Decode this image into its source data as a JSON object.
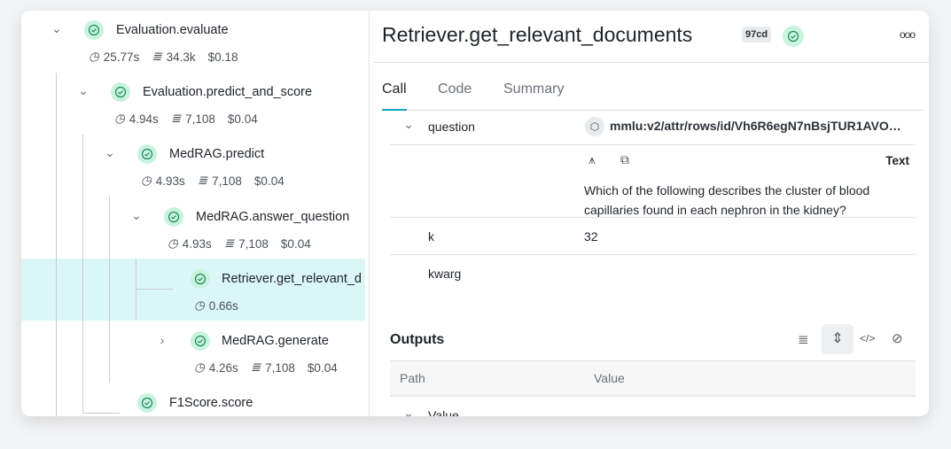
{
  "tree": [
    {
      "name": "Evaluation.evaluate",
      "expanded": true,
      "time": "25.77s",
      "tokens": "34.3k",
      "cost": "$0.18",
      "status": "success"
    },
    {
      "name": "Evaluation.predict_and_score",
      "expanded": true,
      "time": "4.94s",
      "tokens": "7,108",
      "cost": "$0.04",
      "status": "success"
    },
    {
      "name": "MedRAG.predict",
      "expanded": true,
      "time": "4.93s",
      "tokens": "7,108",
      "cost": "$0.04",
      "status": "success"
    },
    {
      "name": "MedRAG.answer_question",
      "expanded": true,
      "time": "4.93s",
      "tokens": "7,108",
      "cost": "$0.04",
      "status": "success"
    },
    {
      "name": "Retriever.get_relevant_d",
      "selected": true,
      "time": "0.66s",
      "status": "success"
    },
    {
      "name": "MedRAG.generate",
      "expanded": false,
      "time": "4.26s",
      "tokens": "7,108",
      "cost": "$0.04",
      "status": "success"
    },
    {
      "name": "F1Score.score",
      "status": "success"
    }
  ],
  "detail": {
    "title": "Retriever.get_relevant_documents",
    "badge": "97cd",
    "status": "success",
    "tabs": [
      "Call",
      "Code",
      "Summary"
    ],
    "active_tab": "Call",
    "inputs": {
      "question_key": "question",
      "question_ref": "mmlu:v2/attr/rows/id/Vh6R6egN7nBsjTUR1AVO…",
      "text_label": "Text",
      "question_text": "Which of the following describes the cluster of blood capillaries found in each nephron in the kidney?",
      "k_key": "k",
      "k_value": "32",
      "kwarg_key": "kwarg"
    },
    "outputs": {
      "heading": "Outputs",
      "col_path": "Path",
      "col_value": "Value",
      "row_value": "Value"
    }
  },
  "colors": {
    "accent": "#13a9ba",
    "success_bg": "#c9f2df",
    "selected_bg": "#dbf6f7"
  }
}
